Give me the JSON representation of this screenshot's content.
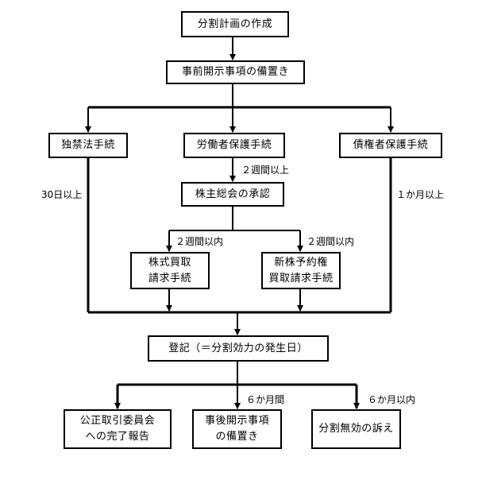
{
  "nodes": {
    "plan": "分割計画の作成",
    "pre_disclosure": "事前開示事項の備置き",
    "antitrust": "独禁法手続",
    "labor": "労働者保護手続",
    "creditor": "債権者保護手続",
    "shareholder_approval": "株主総会の承認",
    "share_purchase": "株式買取\n請求手続",
    "option_purchase": "新株予約権\n買取請求手続",
    "registration": "登記（＝分割効力の発生日）",
    "ftc_report": "公正取引委員会\nへの完了報告",
    "post_disclosure": "事後開示事項\nの備置き",
    "invalidity_suit": "分割無効の訴え"
  },
  "labels": {
    "two_weeks": "２週間以上",
    "thirty_days": "30日以上",
    "one_month": "１か月以上",
    "two_weeks_within_a": "２週間以内",
    "two_weeks_within_b": "２週間以内",
    "six_months": "６か月間",
    "six_months_within": "６か月以内"
  }
}
